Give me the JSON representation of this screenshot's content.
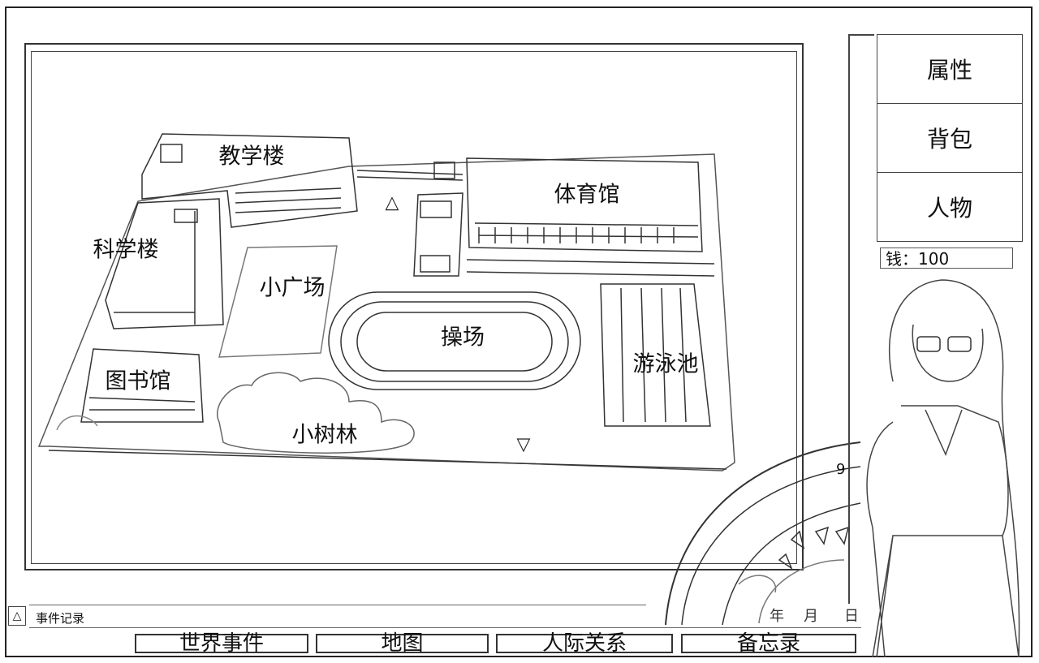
{
  "map": {
    "locations": [
      {
        "id": "teaching-building",
        "label": "教学楼"
      },
      {
        "id": "science-building",
        "label": "科学楼"
      },
      {
        "id": "small-plaza",
        "label": "小广场"
      },
      {
        "id": "sports-field",
        "label": "操场"
      },
      {
        "id": "gymnasium",
        "label": "体育馆"
      },
      {
        "id": "swimming-pool",
        "label": "游泳池"
      },
      {
        "id": "library",
        "label": "图书馆"
      },
      {
        "id": "grove",
        "label": "小树林"
      }
    ],
    "nav": {
      "up": "△",
      "down": "▽"
    }
  },
  "side_menu": {
    "items": [
      {
        "label": "属性"
      },
      {
        "label": "背包"
      },
      {
        "label": "人物"
      }
    ]
  },
  "money": {
    "label": "钱：",
    "value": "100"
  },
  "event_log": {
    "toggle": "△",
    "title": "事件记录"
  },
  "clock": {
    "mark": "9",
    "year": "年",
    "month": "月",
    "day": "日"
  },
  "bottom_tabs": [
    {
      "label": "世界事件"
    },
    {
      "label": "地图"
    },
    {
      "label": "人际关系"
    },
    {
      "label": "备忘录"
    }
  ]
}
